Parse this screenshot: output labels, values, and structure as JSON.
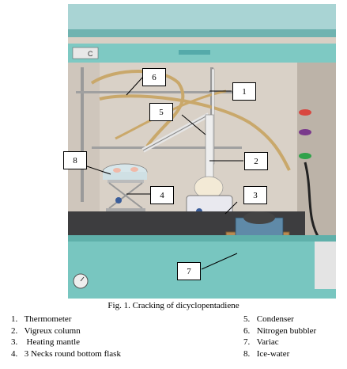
{
  "photo": {
    "description_icon": "lab-apparatus-photo",
    "callouts": [
      "1",
      "2",
      "3",
      "4",
      "5",
      "6",
      "7",
      "8"
    ]
  },
  "caption": "Fig. 1.  Cracking of dicyclopentadiene",
  "legend_left": [
    {
      "num": "1.",
      "text": "Thermometer"
    },
    {
      "num": "2.",
      "text": "Vigreux column"
    },
    {
      "num": "3.",
      "text": " Heating mantle"
    },
    {
      "num": "4.",
      "text": "3 Necks round bottom flask"
    }
  ],
  "legend_right": [
    {
      "num": "5.",
      "text": "Condenser"
    },
    {
      "num": "6.",
      "text": "Nitrogen bubbler"
    },
    {
      "num": "7.",
      "text": "Variac"
    },
    {
      "num": "8.",
      "text": "Ice-water"
    }
  ],
  "photo_text": {
    "panel_label": "C"
  }
}
